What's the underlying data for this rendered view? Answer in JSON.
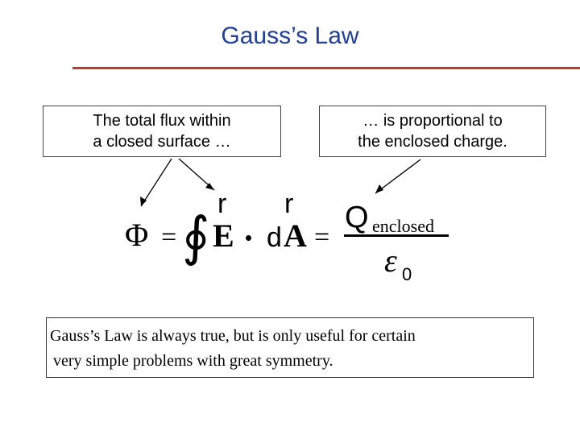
{
  "slide": {
    "title": "Gauss’s Law",
    "accent_color": "#1f3f9f",
    "rule_color": "#c0392b"
  },
  "callouts": {
    "left": {
      "line1": "The total flux within",
      "line2": "a closed surface …"
    },
    "right": {
      "line1": "… is proportional to",
      "line2": "the enclosed charge."
    }
  },
  "equation": {
    "phi": "Φ",
    "equals": "=",
    "integral": "∮",
    "vector_mark": "r",
    "e_field": "E",
    "dot": "•",
    "d": "d",
    "area": "A",
    "charge": "Q",
    "charge_subscript": "enclosed",
    "epsilon": "ε",
    "epsilon_subscript": "0"
  },
  "note": {
    "line1": "Gauss’s Law is always true, but is only useful for certain",
    "line2": "very simple problems with great symmetry."
  }
}
